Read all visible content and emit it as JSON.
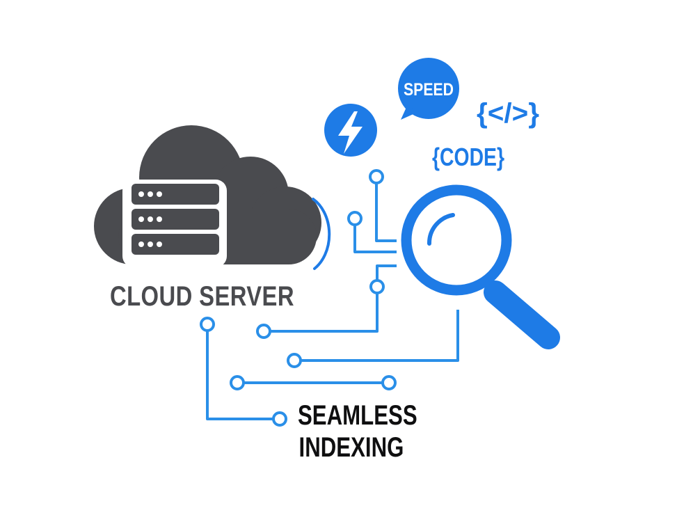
{
  "labels": {
    "cloud_server": "CLOUD SERVER",
    "seamless_line1": "SEAMLESS",
    "seamless_line2": "INDEXING",
    "speed": "SPEED",
    "code_tag": "{</>}",
    "code_label": "{CODE}"
  },
  "icons": {
    "cloud": "cloud-icon",
    "server": "server-rack-icon",
    "lightning": "lightning-bolt-icon",
    "speech": "speech-bubble-icon",
    "magnifier": "magnifying-glass-icon",
    "code": "code-brackets-icon"
  },
  "colors": {
    "blue": "#1e7be6",
    "dark_gray": "#4a4b4f",
    "text_black": "#0f0f10",
    "background": "#ffffff"
  }
}
